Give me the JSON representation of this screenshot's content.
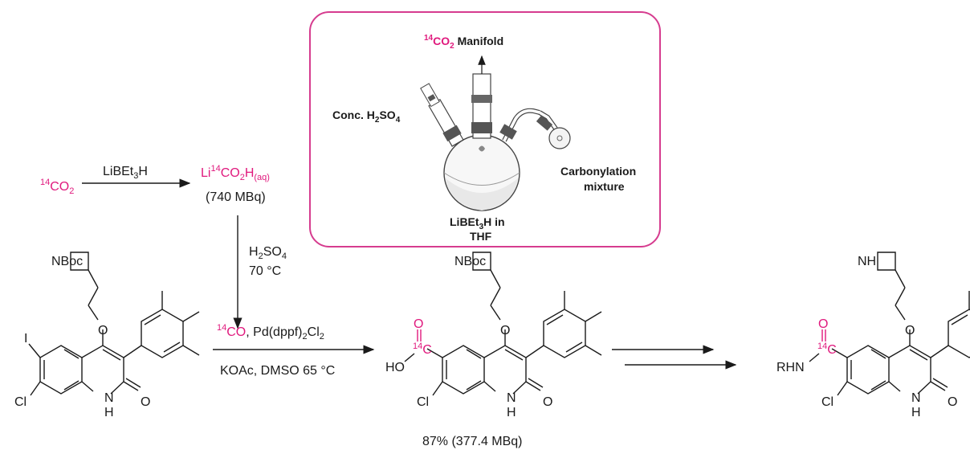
{
  "colors": {
    "label_pink": "#e0197d",
    "box_border": "#d63c8f",
    "text": "#1a1a1a"
  },
  "top": {
    "reactant_sup": "14",
    "reactant": "CO",
    "reactant_sub": "2",
    "reagent1": "LiBEt",
    "reagent1_sub": "3",
    "reagent1_end": "H",
    "product_li": "Li",
    "product_sup": "14",
    "product_co": "CO",
    "product_sub2": "2",
    "product_h": "H",
    "product_aq": "(aq)",
    "activity": "(740 MBq)"
  },
  "down_step": {
    "acid": "H",
    "acid_sub": "2",
    "acid_end": "SO",
    "acid_sub4": "4",
    "temp": "70 °C"
  },
  "main_step": {
    "co_sup": "14",
    "co": "CO",
    "catalyst": ", Pd(dppf)",
    "cat_sub": "2",
    "cat_end": "Cl",
    "cat_sub2": "2",
    "base": "KOAc, DMSO 65 °C"
  },
  "yield": "87% (377.4 MBq)",
  "inset": {
    "manifold_sup": "14",
    "manifold_co": "CO",
    "manifold_sub": "2",
    "manifold_label": " Manifold",
    "acid_label": "Conc. H",
    "acid_sub": "2",
    "acid_so": "SO",
    "acid_sub4": "4",
    "carb_line1": "Carbonylation",
    "carb_line2": "mixture",
    "flask_line1": "LiBEt",
    "flask_sub": "3",
    "flask_h": "H in",
    "flask_line2": "THF"
  },
  "atoms": {
    "nboc": "NBoc",
    "nh": "NH",
    "o": "O",
    "i": "I",
    "cl": "Cl",
    "n": "N",
    "h": "H",
    "ho": "HO",
    "rhn": "RHN",
    "c": "C",
    "c14": "14"
  }
}
